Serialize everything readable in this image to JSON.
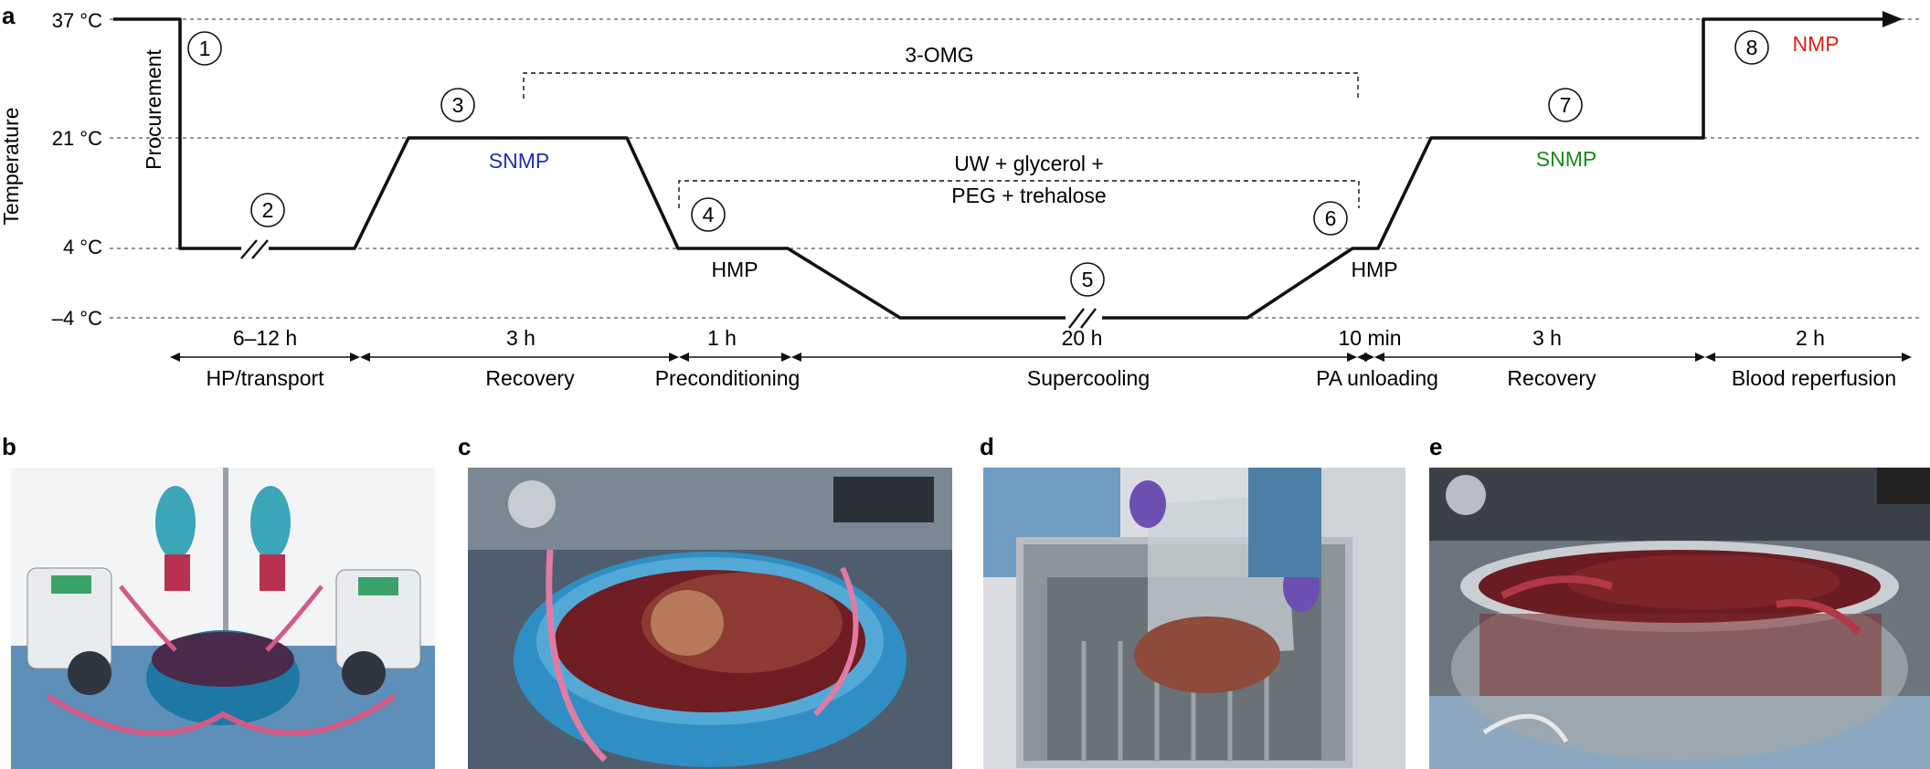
{
  "panels": {
    "a": "a",
    "b": "b",
    "c": "c",
    "d": "d",
    "e": "e"
  },
  "axis": {
    "ylabel": "Temperature",
    "ticks": [
      "37 °C",
      "21 °C",
      "4 °C",
      "–4 °C"
    ]
  },
  "steps": [
    "1",
    "2",
    "3",
    "4",
    "5",
    "6",
    "7",
    "8"
  ],
  "vertical_label": "Procurement",
  "phase_labels": {
    "snmp_1": "SNMP",
    "hmp_1": "HMP",
    "hmp_2": "HMP",
    "snmp_2": "SNMP",
    "nmp": "NMP"
  },
  "brackets": {
    "omg": "3-OMG",
    "cpa_line1": "UW + glycerol +",
    "cpa_line2": "PEG + trehalose"
  },
  "durations": [
    "6–12 h",
    "3 h",
    "1 h",
    "20 h",
    "10 min",
    "3 h",
    "2 h"
  ],
  "stages": [
    "HP/transport",
    "Recovery",
    "Preconditioning",
    "Supercooling",
    "PA unloading",
    "Recovery",
    "Blood reperfusion"
  ],
  "colors": {
    "snmp_1": "#1f2fb5",
    "snmp_2": "#1a8a1a",
    "nmp": "#e0201c",
    "line": "#111111",
    "grid": "#555555"
  }
}
